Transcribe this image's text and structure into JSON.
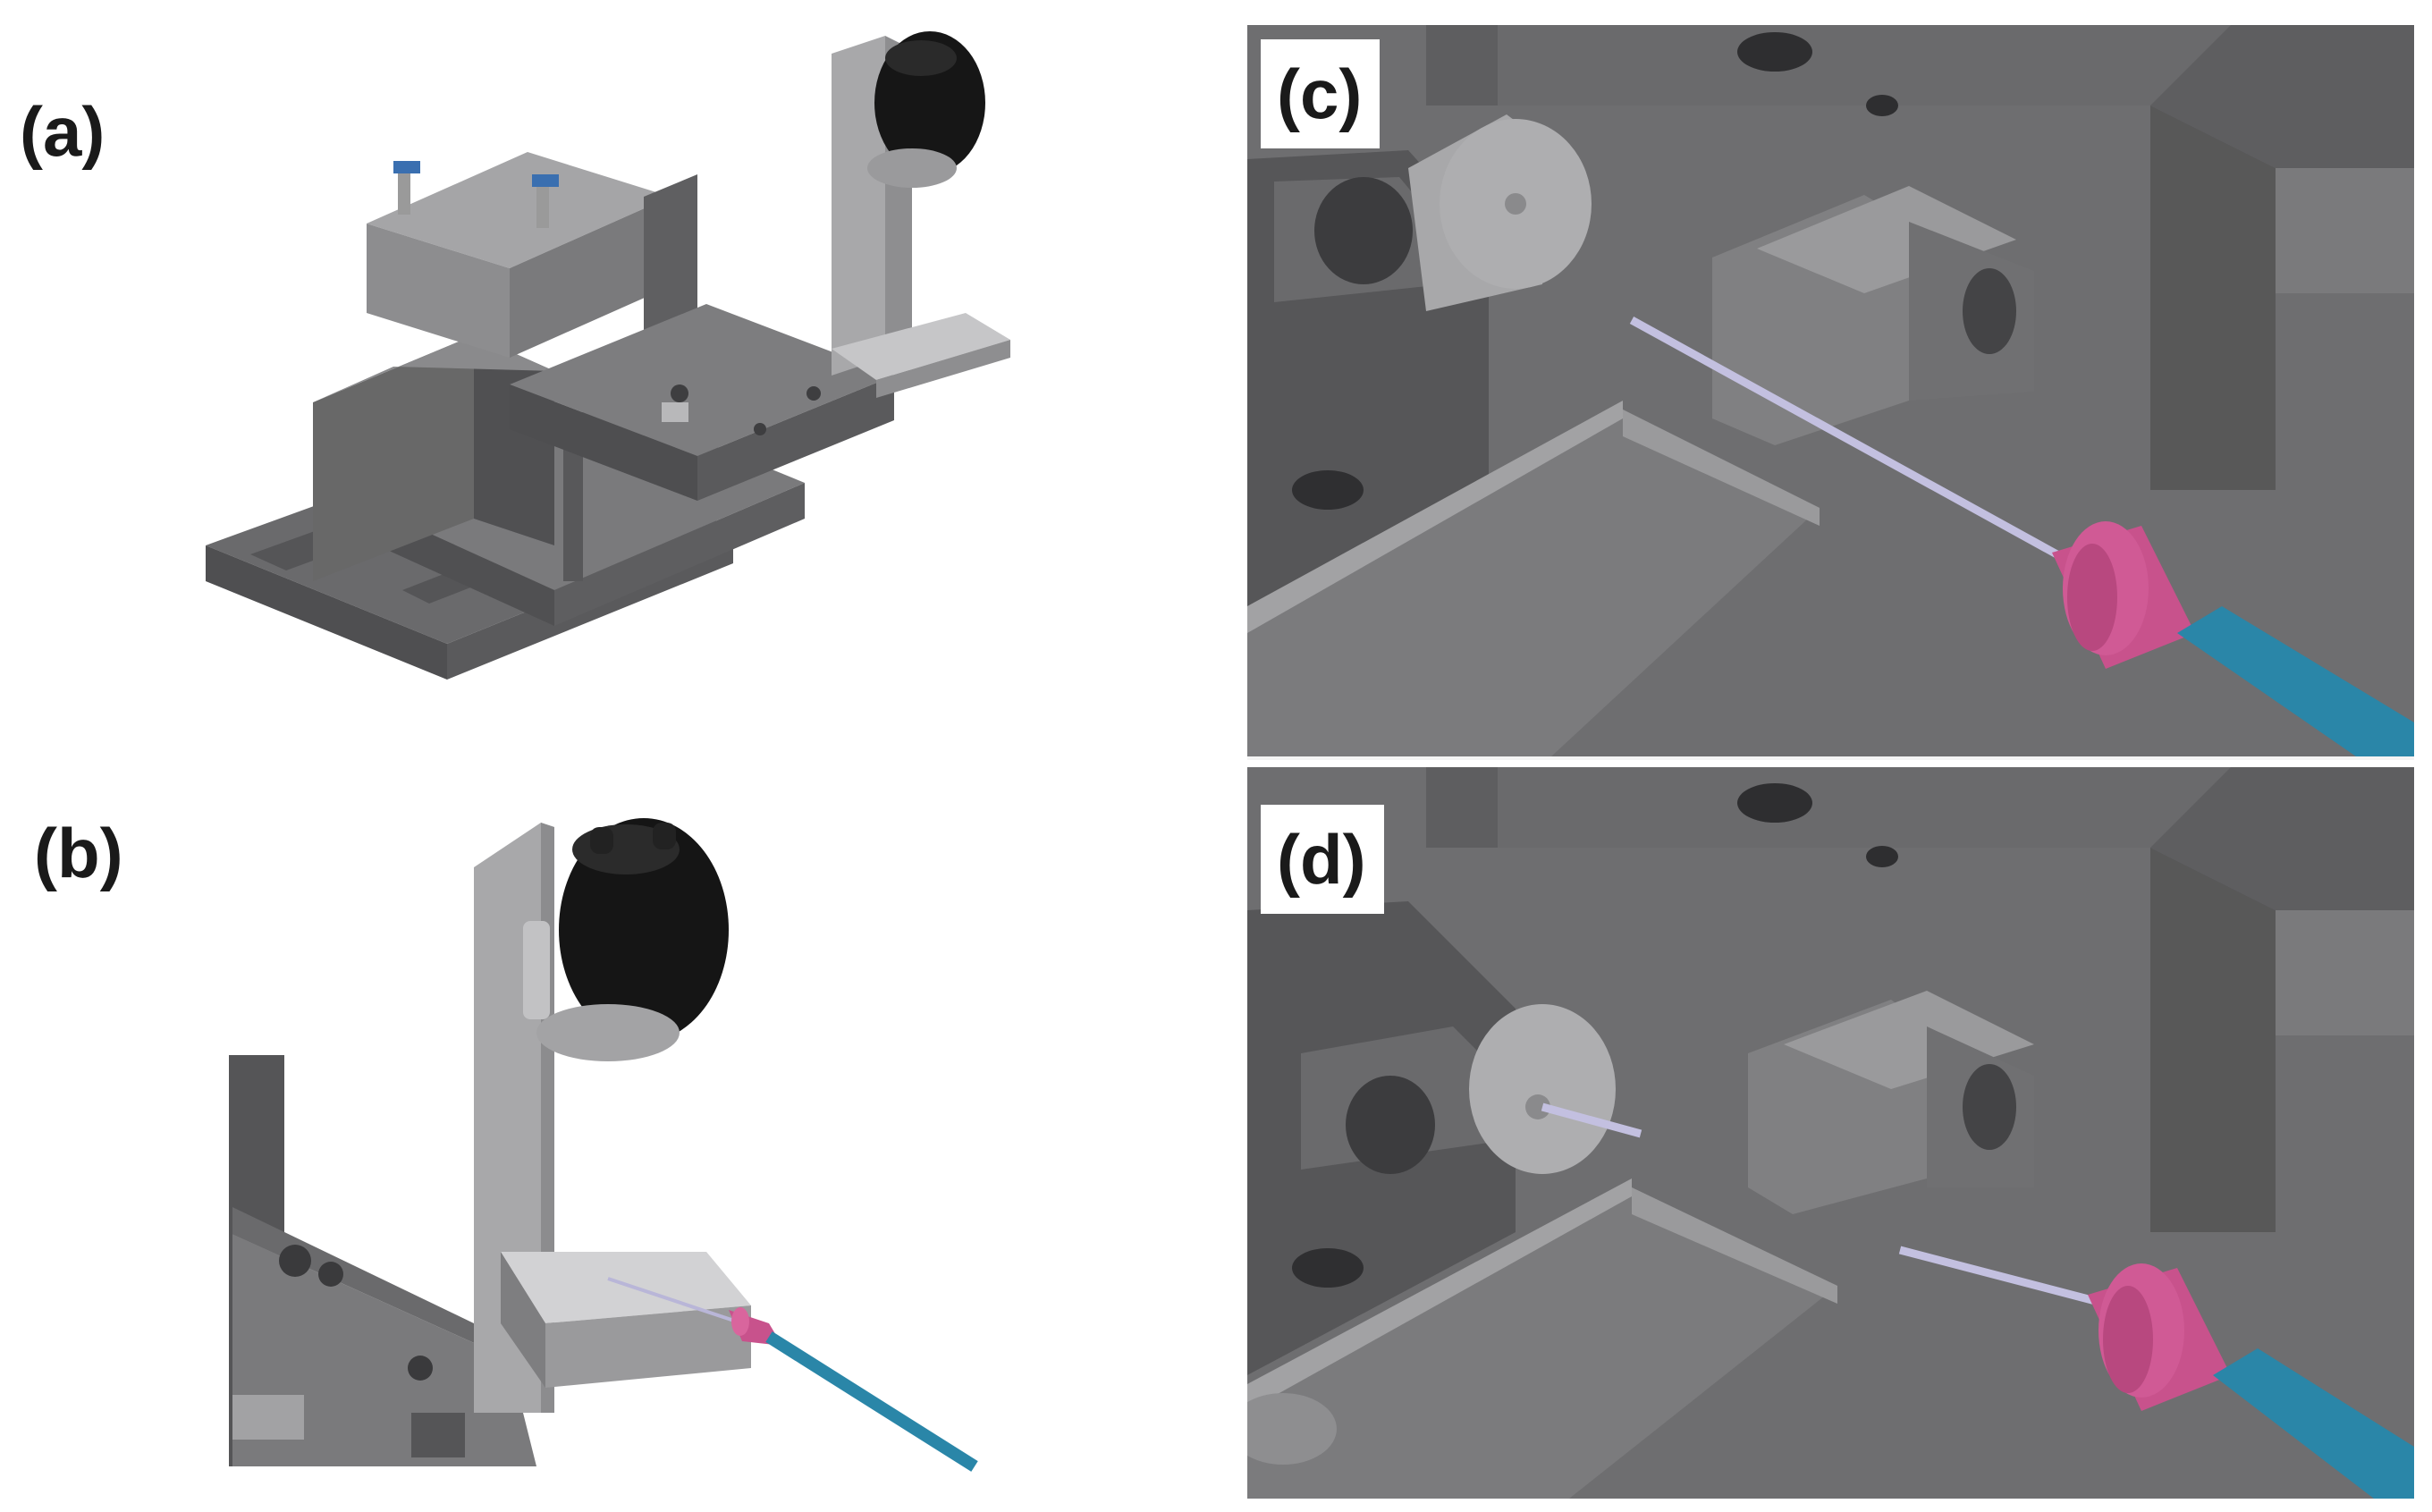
{
  "figure": {
    "panels": [
      {
        "id": "a",
        "label": "(a)"
      },
      {
        "id": "b",
        "label": "(b)"
      },
      {
        "id": "c",
        "label": "(c)"
      },
      {
        "id": "d",
        "label": "(d)"
      }
    ]
  },
  "colors": {
    "background": "#ffffff",
    "metal_dark": "#5c5c5e",
    "metal_mid": "#7a7a7c",
    "metal_light": "#a9a9ab",
    "knob": "#161616",
    "connector_pink": "#c8528c",
    "cable_blue": "#2a86a8",
    "fiber": "#b9b6d8"
  }
}
